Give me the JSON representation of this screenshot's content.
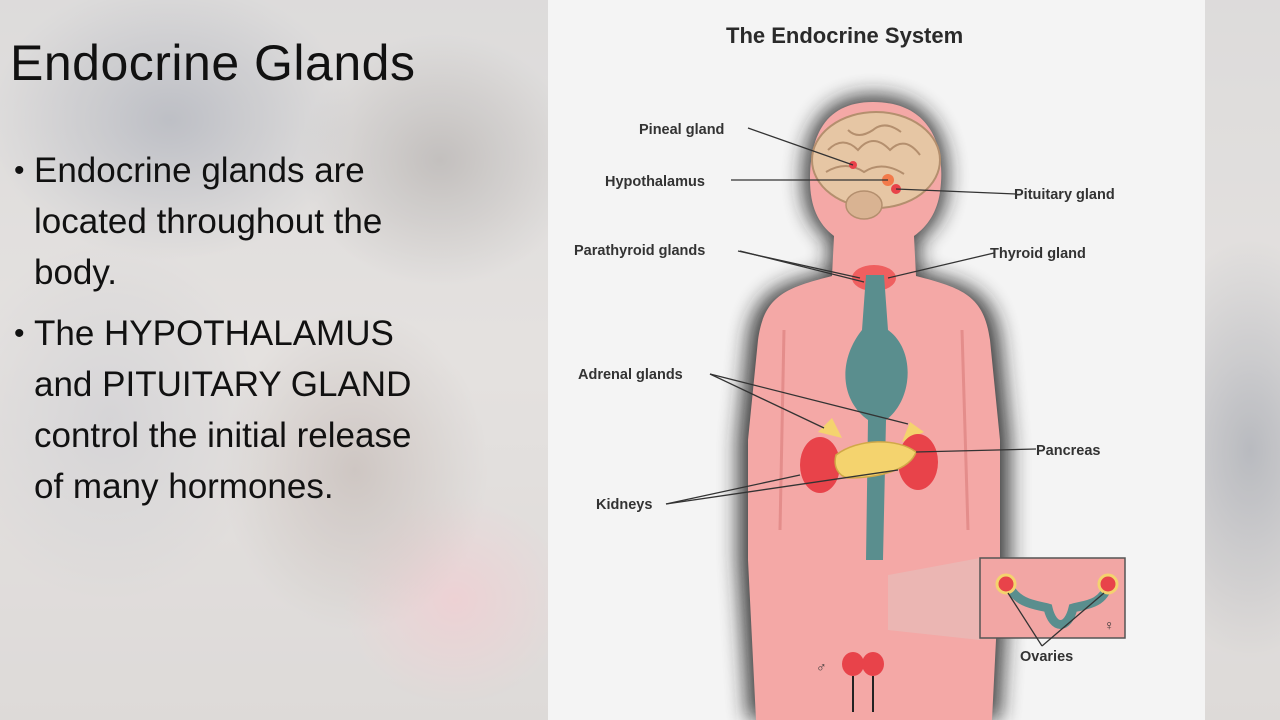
{
  "slide": {
    "title": "Endocrine Glands",
    "bullets": [
      "Endocrine glands are located throughout the body.",
      "The HYPOTHALAMUS and PITUITARY GLAND control the initial release of many hormones."
    ]
  },
  "diagram": {
    "title": "The Endocrine System",
    "labels": {
      "pineal": "Pineal gland",
      "hypothalamus": "Hypothalamus",
      "pituitary": "Pituitary gland",
      "parathyroid": "Parathyroid glands",
      "thyroid": "Thyroid gland",
      "adrenal": "Adrenal glands",
      "pancreas": "Pancreas",
      "kidneys": "Kidneys",
      "ovaries": "Ovaries"
    },
    "symbols": {
      "male": "♂",
      "female": "♀"
    }
  },
  "colors": {
    "body": "#f4a8a6",
    "vessels": "#5a8e8e",
    "kidney": "#e8434a",
    "adrenal": "#f4d36e",
    "brain": "#e6c6a4"
  }
}
